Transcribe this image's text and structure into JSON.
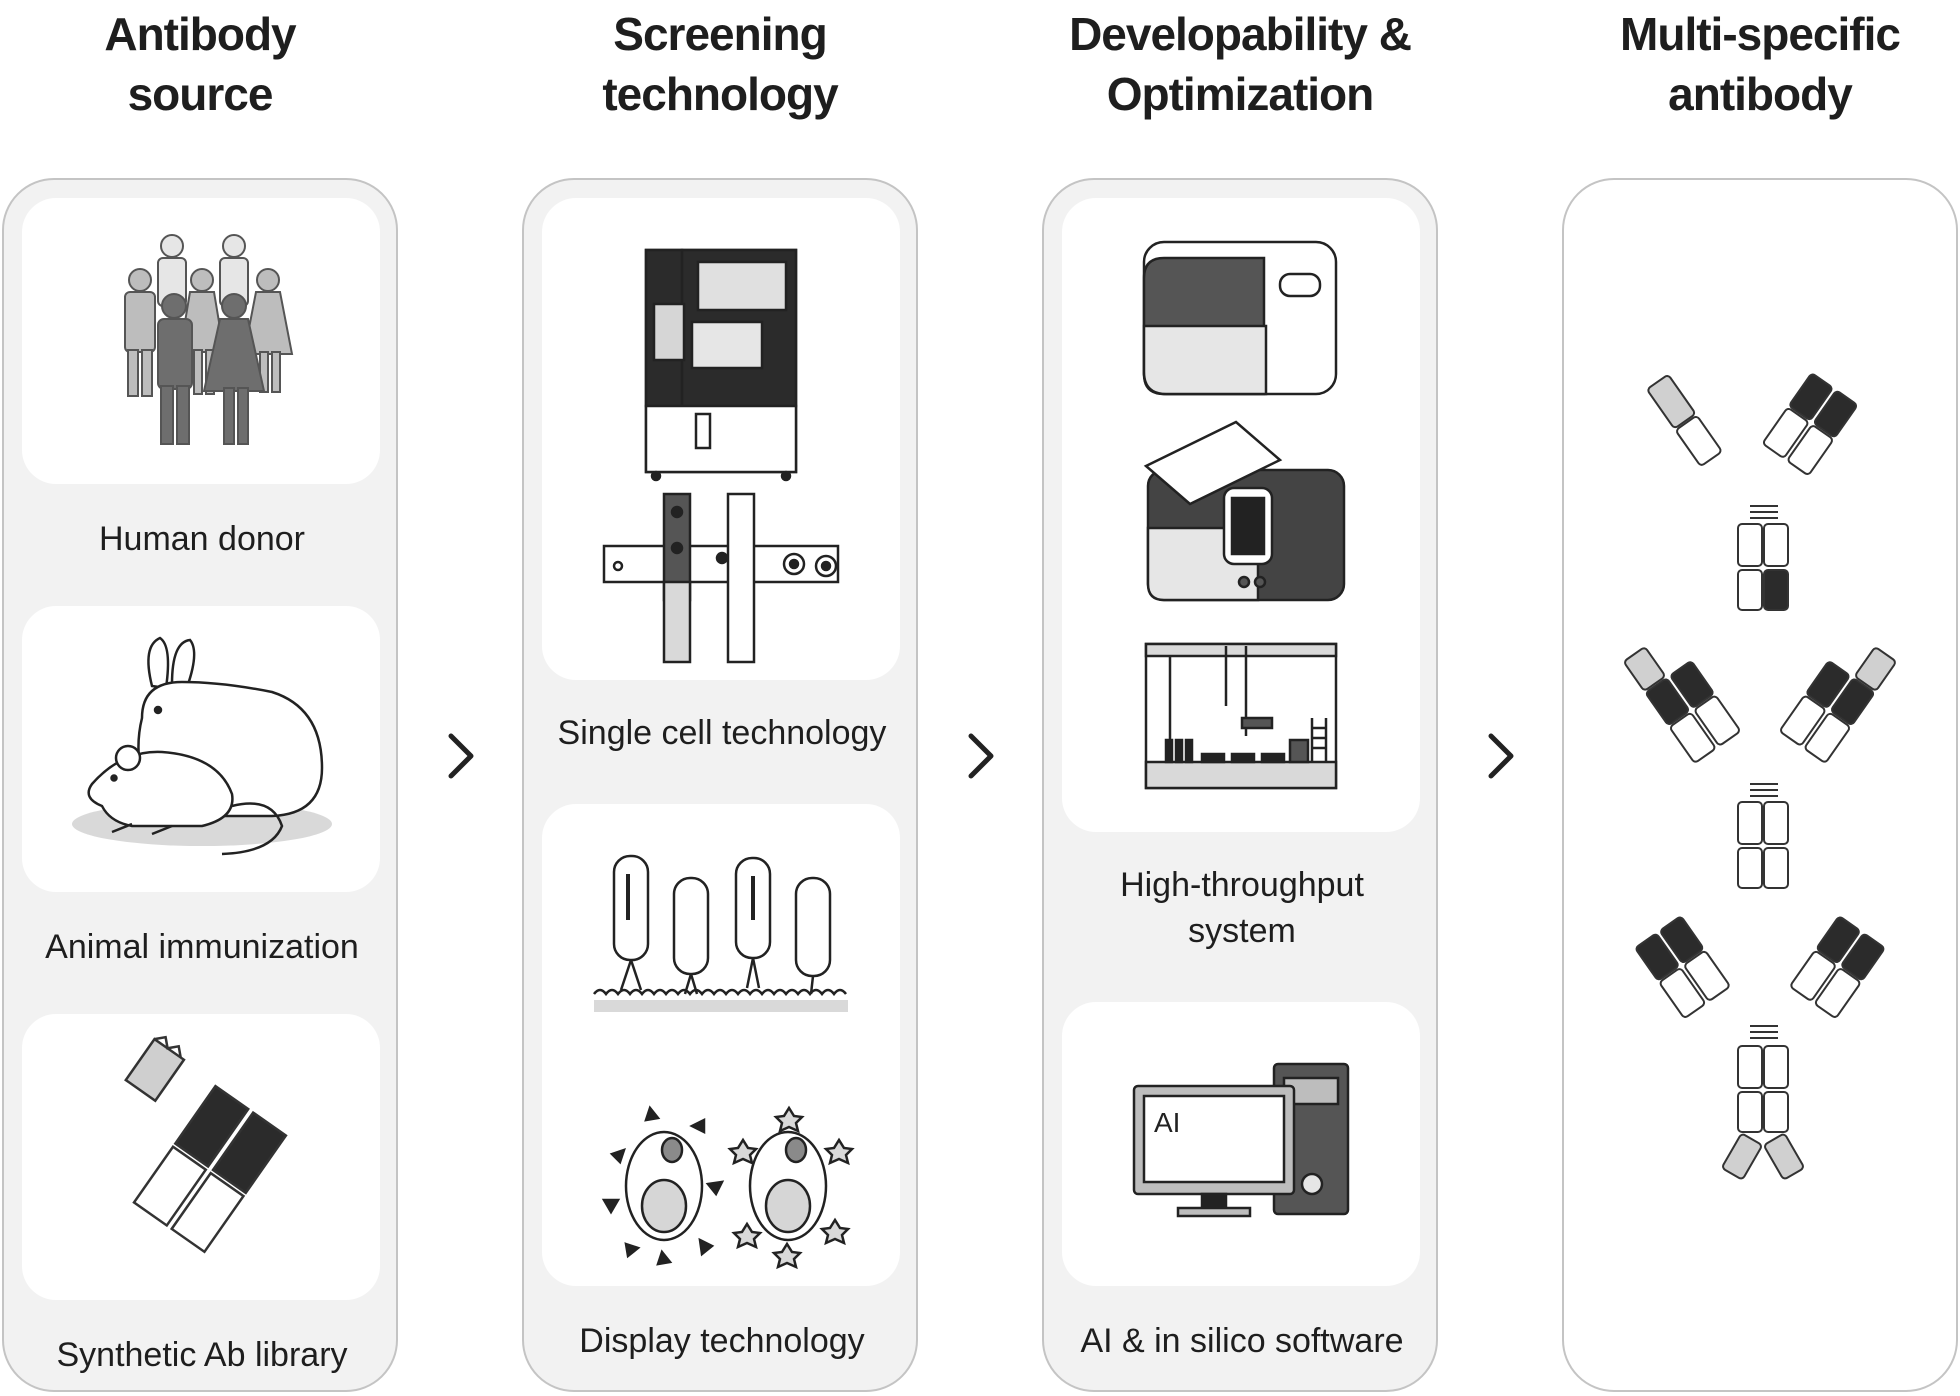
{
  "columns": [
    {
      "title": "Antibody\nsource",
      "items": [
        "Human donor",
        "Animal immunization",
        "Synthetic Ab library"
      ]
    },
    {
      "title": "Screening\ntechnology",
      "items": [
        "Single cell technology",
        "Display technology"
      ]
    },
    {
      "title": "Developability &\nOptimization",
      "items": [
        "High-throughput\nsystem",
        "AI & in silico software"
      ],
      "monitor_text": "AI"
    },
    {
      "title": "Multi-specific\nantibody",
      "items": []
    }
  ],
  "icons": {
    "arrow": "chevron-right-icon",
    "human_donor": "people-group-icon",
    "animal": "rabbit-mouse-icon",
    "library": "antibody-fragment-icon",
    "single_cell": "cell-sorter-instrument-icon",
    "display": "phage-yeast-display-icon",
    "hts": "lab-automation-icons",
    "ai": "computer-workstation-icon",
    "antibody": "antibody-molecule-icon"
  },
  "colors": {
    "panel_bg": "#f2f2f2",
    "panel_border": "#c4c4c4",
    "dark": "#2b2b2b",
    "mid": "#8c8c8c",
    "light": "#d4d4d4"
  }
}
